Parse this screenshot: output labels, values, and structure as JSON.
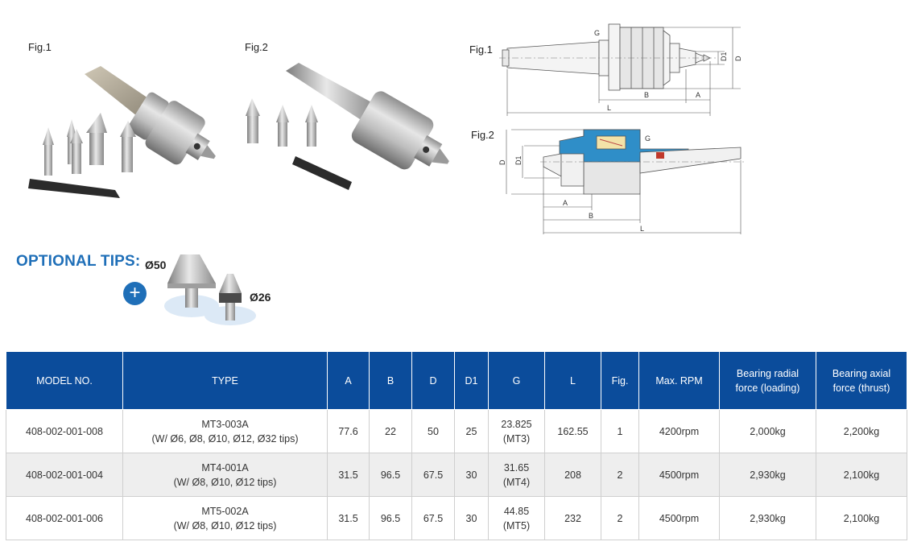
{
  "figures": {
    "photo_fig1": "Fig.1",
    "photo_fig2": "Fig.2",
    "drawing_fig1": "Fig.1",
    "drawing_fig2": "Fig.2"
  },
  "dimension_labels": {
    "A": "A",
    "B": "B",
    "L": "L",
    "D": "D",
    "D1": "D1",
    "G": "G"
  },
  "optional_tips": {
    "title": "OPTIONAL TIPS:",
    "size_large": "Ø50",
    "size_small": "Ø26",
    "plus": "+"
  },
  "colors": {
    "header_bg": "#0b4c9b",
    "accent_blue": "#1f6fb8",
    "drawing_cavity": "#2f8ec8"
  },
  "table": {
    "headers": [
      "MODEL NO.",
      "TYPE",
      "A",
      "B",
      "D",
      "D1",
      "G",
      "L",
      "Fig.",
      "Max. RPM",
      "Bearing radial force (loading)",
      "Bearing axial force (thrust)"
    ],
    "rows": [
      {
        "model": "408-002-001-008",
        "type_line1": "MT3-003A",
        "type_line2": "(W/ Ø6, Ø8, Ø10, Ø12, Ø32 tips)",
        "a": "77.6",
        "b": "22",
        "d": "50",
        "d1": "25",
        "g_line1": "23.825",
        "g_line2": "(MT3)",
        "l": "162.55",
        "fig": "1",
        "rpm": "4200rpm",
        "radial": "2,000kg",
        "axial": "2,200kg"
      },
      {
        "model": "408-002-001-004",
        "type_line1": "MT4-001A",
        "type_line2": "(W/ Ø8, Ø10, Ø12 tips)",
        "a": "31.5",
        "b": "96.5",
        "d": "67.5",
        "d1": "30",
        "g_line1": "31.65",
        "g_line2": "(MT4)",
        "l": "208",
        "fig": "2",
        "rpm": "4500rpm",
        "radial": "2,930kg",
        "axial": "2,100kg"
      },
      {
        "model": "408-002-001-006",
        "type_line1": "MT5-002A",
        "type_line2": "(W/ Ø8, Ø10, Ø12 tips)",
        "a": "31.5",
        "b": "96.5",
        "d": "67.5",
        "d1": "30",
        "g_line1": "44.85",
        "g_line2": "(MT5)",
        "l": "232",
        "fig": "2",
        "rpm": "4500rpm",
        "radial": "2,930kg",
        "axial": "2,100kg"
      }
    ]
  }
}
